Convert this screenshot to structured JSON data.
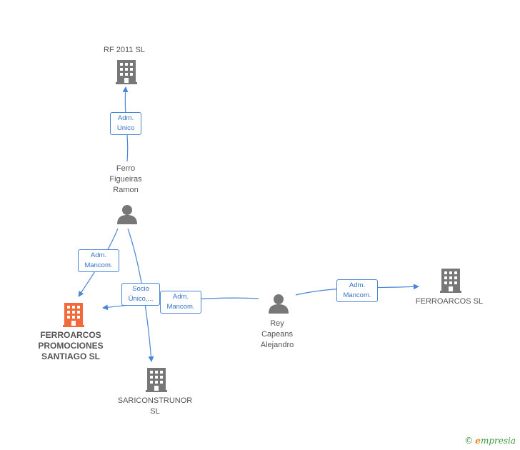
{
  "colors": {
    "edge": "#4a86d4",
    "node_icon": "#777777",
    "main_node_icon": "#f26a3a",
    "label_text": "#555555",
    "edge_label_text": "#3572c4"
  },
  "nodes": {
    "rf2011": {
      "label": "RF 2011 SL",
      "icon": "building-icon"
    },
    "ferro_person": {
      "label_lines": [
        "Ferro",
        "Figueiras",
        "Ramon"
      ],
      "icon": "person-icon"
    },
    "ferroarcos_promociones": {
      "label_lines": [
        "FERROARCOS",
        "PROMOCIONES",
        "SANTIAGO SL"
      ],
      "icon": "building-icon",
      "highlighted": true
    },
    "sariconstrunor": {
      "label_lines": [
        "SARICONSTRUNOR",
        "SL"
      ],
      "icon": "building-icon"
    },
    "rey_person": {
      "label_lines": [
        "Rey",
        "Capeans",
        "Alejandro"
      ],
      "icon": "person-icon"
    },
    "ferroarcos_sl": {
      "label": "FERROARCOS SL",
      "icon": "building-icon"
    }
  },
  "edges": {
    "ferro_to_rf2011": {
      "lines": [
        "Adm.",
        "Unico"
      ]
    },
    "ferro_to_promociones": {
      "lines": [
        "Adm.",
        "Mancom."
      ]
    },
    "ferro_to_sariconstrunor": {
      "lines": [
        "Socio",
        "Único,..."
      ]
    },
    "rey_to_promociones": {
      "lines": [
        "Adm.",
        "Mancom."
      ]
    },
    "rey_to_ferroarcos_sl": {
      "lines": [
        "Adm.",
        "Mancom."
      ]
    }
  },
  "brand": {
    "copyright": "©",
    "initial": "e",
    "name": "mpresia"
  }
}
